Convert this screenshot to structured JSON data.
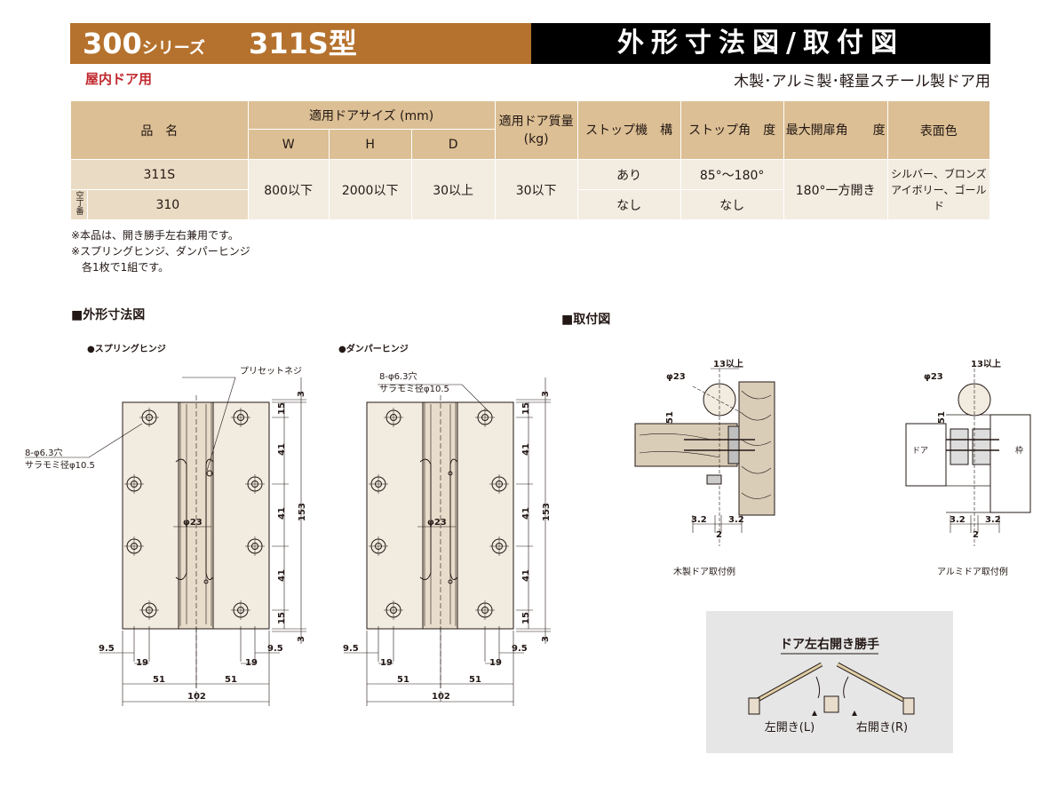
{
  "header": {
    "series": "300",
    "series_suffix": "シリーズ",
    "model": "311S型",
    "section_title": "外形寸法図/取付図",
    "indoor": "屋内ドア用",
    "door_types": "木製･アルミ製･軽量スチール製ドア用"
  },
  "table": {
    "col_name": "品　名",
    "col_size_group": "適用ドアサイズ (mm)",
    "col_w": "W",
    "col_h": "H",
    "col_d": "D",
    "col_weight": "適用ドア質量(kg)",
    "col_stop_mech": "ストップ機　構",
    "col_stop_angle": "ストップ角　度",
    "col_max_angle": "最大開扉角　　度",
    "col_color": "表面色",
    "side_label": "空丁番",
    "rows": [
      {
        "name": "311S",
        "stop_mech": "あり",
        "stop_angle": "85°～180°"
      },
      {
        "name": "310",
        "stop_mech": "なし",
        "stop_angle": "なし"
      }
    ],
    "w": "800以下",
    "h": "2000以下",
    "d": "30以上",
    "weight": "30以下",
    "max_angle": "180°一方開き",
    "colors": [
      "シルバー、ブロンズ",
      "アイボリー、ゴールド"
    ]
  },
  "notes": [
    "※本品は、開き勝手左右兼用です。",
    "※スプリングヒンジ、ダンパーヒンジ",
    "　各1枚で1組です。"
  ],
  "outline": {
    "title": "■外形寸法図",
    "spring": "●スプリングヒンジ",
    "damper": "●ダンパーヒンジ",
    "preset": "プリセットネジ",
    "holes": "8-φ6.3穴",
    "countersink": "サラモミ径φ10.5",
    "phi23": "φ23",
    "dims": [
      "3",
      "15",
      "41",
      "41",
      "41",
      "15",
      "3",
      "153",
      "9.5",
      "19",
      "51",
      "102"
    ]
  },
  "mounting": {
    "title": "■取付図",
    "phi23": "φ23",
    "gap": "13以上",
    "dim51": "51",
    "dim32": "3.2",
    "dim2": "2",
    "door": "ドア",
    "frame": "枠",
    "wood_caption": "木製ドア取付例",
    "alu_caption": "アルミドア取付例"
  },
  "handing": {
    "title": "ドア左右開き勝手",
    "left": "左開き(L)",
    "right": "右開き(R)"
  },
  "colors": {
    "brown": "#b5722e",
    "red": "#c0282d",
    "hinge": "#f2ebe0"
  }
}
